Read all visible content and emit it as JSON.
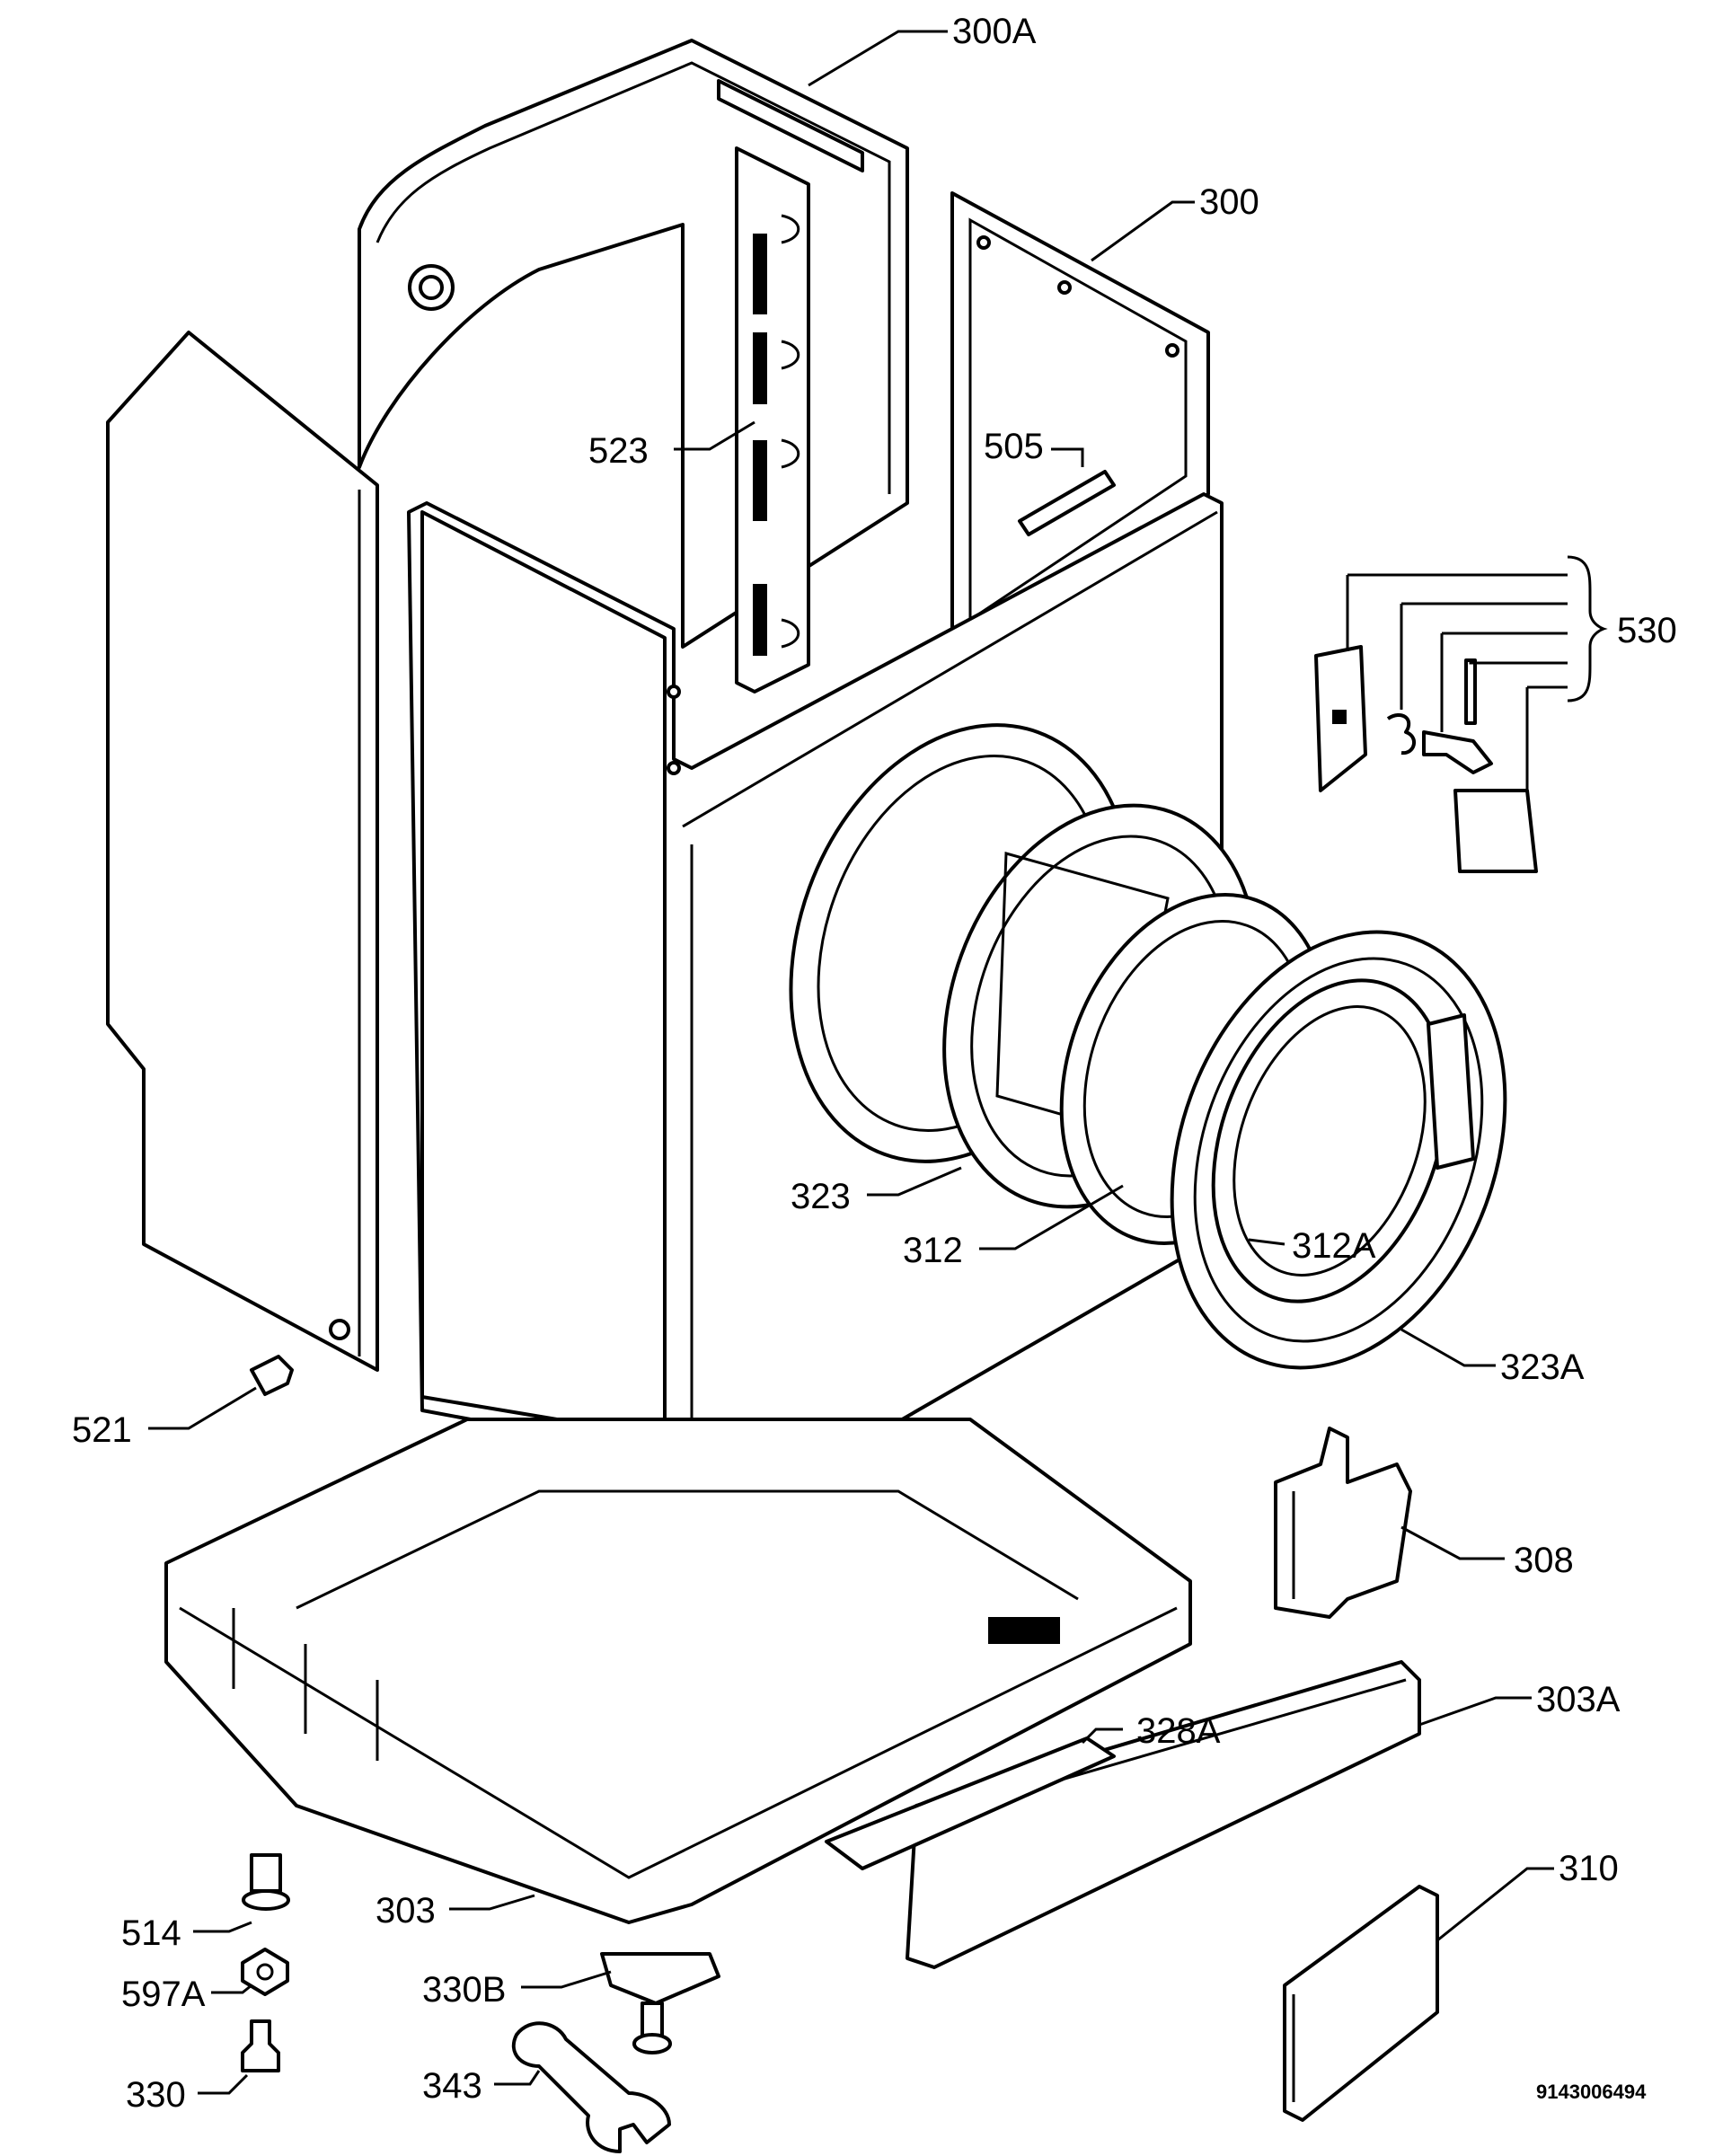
{
  "drawing_number": "9143006494",
  "callouts": {
    "c300A": "300A",
    "c300": "300",
    "c523": "523",
    "c505": "505",
    "c530": "530",
    "c323": "323",
    "c312": "312",
    "c312A": "312A",
    "c323A": "323A",
    "c521": "521",
    "c308": "308",
    "c303A": "303A",
    "c328A": "328A",
    "c310": "310",
    "c514": "514",
    "c303": "303",
    "c597A": "597A",
    "c330B": "330B",
    "c330": "330",
    "c343": "343"
  }
}
